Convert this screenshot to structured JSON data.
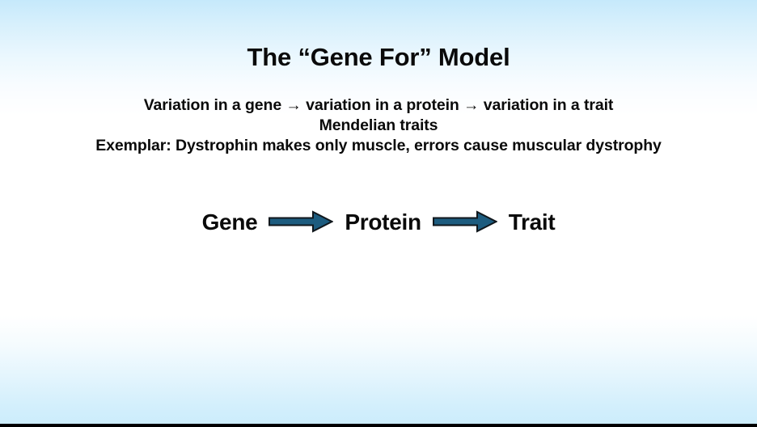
{
  "slide": {
    "title": "The “Gene For” Model",
    "subtitle_lines": [
      "Variation in a gene → variation in a protein → variation in a trait",
      "Mendelian traits",
      "Exemplar: Dystrophin makes only muscle, errors cause muscular dystrophy"
    ],
    "flow": {
      "nodes": [
        "Gene",
        "Protein",
        "Trait"
      ],
      "arrow_icon": "right-arrow-icon"
    },
    "colors": {
      "background_top": "#c6e9fb",
      "background_middle": "#ffffff",
      "background_bottom": "#cbecfb",
      "text": "#0a0a0a",
      "arrow_fill": "#1d5c7f",
      "arrow_stroke": "#10171c",
      "footer_bar": "#000000"
    }
  }
}
